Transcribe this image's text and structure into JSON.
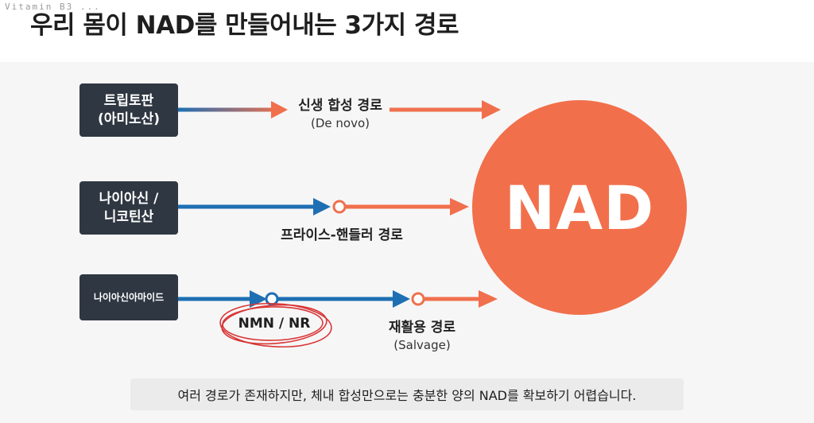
{
  "watermark": "Vitamin B3 ...",
  "title": "우리 몸이 NAD를 만들어내는 3가지 경로",
  "sources": [
    {
      "line1": "트립토판",
      "line2": "(아미노산)"
    },
    {
      "line1": "나이아신 /",
      "line2": "니코틴산"
    },
    {
      "line1": "나이아신아마이드"
    }
  ],
  "pathways": [
    {
      "name": "신생 합성 경로",
      "english": "(De novo)"
    },
    {
      "name": "프라이스-핸들러 경로"
    },
    {
      "name": "재활용 경로",
      "english": "(Salvage)"
    }
  ],
  "intermediate": "NMN / NR",
  "target": "NAD",
  "caption": "여러 경로가 존재하지만, 체내 합성만으로는 충분한 양의 NAD를 확보하기 어렵습니다.",
  "colors": {
    "node": "#2f3742",
    "blue_arrow": "#1f6fb3",
    "orange": "#f0704d",
    "nad_circle": "#f26f4b",
    "highlight_circle": "#d93636"
  }
}
